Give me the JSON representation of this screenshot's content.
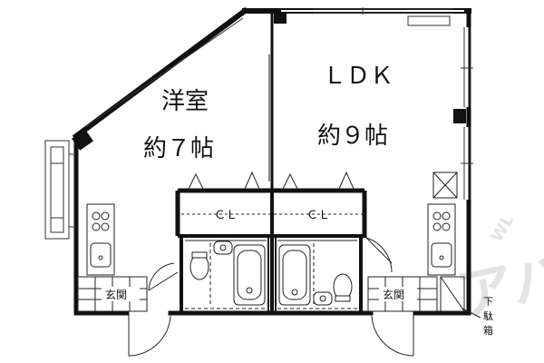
{
  "rooms": {
    "western_room": {
      "name": "洋室",
      "size": "約７帖"
    },
    "ldk": {
      "name": "ＬＤＫ",
      "size": "約９帖"
    }
  },
  "labels": {
    "closet_left": "ＣＬ",
    "closet_right": "ＣＬ",
    "entrance_left": "玄関",
    "entrance_right": "玄関",
    "shoe_box_1": "下",
    "shoe_box_2": "駄",
    "shoe_box_3": "箱"
  },
  "watermark": {
    "main": "アパマン",
    "sub": "WL"
  }
}
